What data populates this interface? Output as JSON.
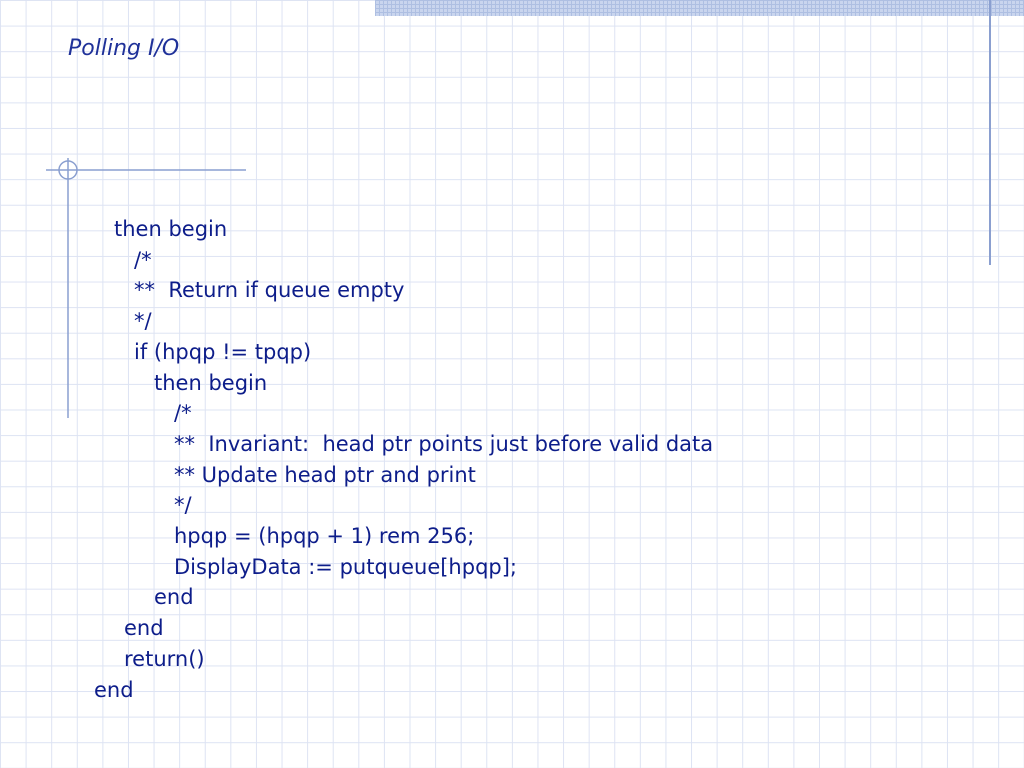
{
  "slide": {
    "title": "Polling I/O",
    "code_lines": [
      {
        "text": "then begin",
        "indent": 1
      },
      {
        "text": "/*",
        "indent": 2
      },
      {
        "text": "**  Return if queue empty",
        "indent": 2
      },
      {
        "text": "*/",
        "indent": 2
      },
      {
        "text": "if (hpqp != tpqp)",
        "indent": 2
      },
      {
        "text": "then begin",
        "indent": 3
      },
      {
        "text": "/*",
        "indent": 4
      },
      {
        "text": "**  Invariant:  head ptr points just before valid data",
        "indent": 4
      },
      {
        "text": "** Update head ptr and print",
        "indent": 4
      },
      {
        "text": "*/",
        "indent": 4
      },
      {
        "text": "hpqp = (hpqp + 1) rem 256;",
        "indent": 4
      },
      {
        "text": "DisplayData := putqueue[hpqp];",
        "indent": 4
      },
      {
        "text": "end",
        "indent": 3
      },
      {
        "text": "end",
        "indent": 1.5
      },
      {
        "text": "return()",
        "indent": 1.5
      },
      {
        "text": "end",
        "indent": 0
      }
    ]
  },
  "colors": {
    "text": "#0d1d8a",
    "title": "#1f3199",
    "grid": "#dde3f3",
    "accent": "#8a9fd0"
  }
}
